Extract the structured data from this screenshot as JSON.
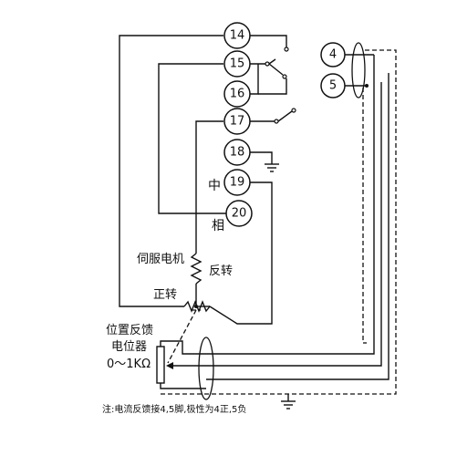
{
  "terminals": {
    "t14": "14",
    "t15": "15",
    "t16": "16",
    "t17": "17",
    "t18": "18",
    "t19": "19",
    "t20": "20",
    "t4": "4",
    "t5": "5"
  },
  "labels": {
    "zhong": "中",
    "xiang": "相",
    "motor": "伺服电机",
    "reverse": "反转",
    "forward": "正转",
    "pot_line1": "位置反馈",
    "pot_line2": "电位器",
    "pot_range": "0～1KΩ",
    "note": "注:电流反馈接4,5脚,极性为4正,5负"
  }
}
